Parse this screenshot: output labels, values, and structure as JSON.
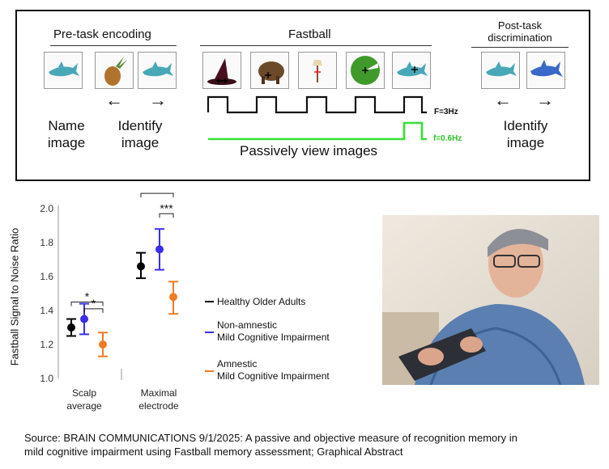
{
  "panel": {
    "pretask_title": "Pre-task encoding",
    "fastball_title": "Fastball",
    "posttask_title_line1": "Post-task",
    "posttask_title_line2": "discrimination",
    "name_image_line1": "Name",
    "name_image_line2": "image",
    "identify_image_line1": "Identify",
    "identify_image_line2": "image",
    "post_identify_line1": "Identify",
    "post_identify_line2": "image",
    "freq_black": "F=3Hz",
    "freq_green": "f=0.6Hz",
    "passive_view": "Passively view images",
    "arrow_left": "←",
    "arrow_right": "→"
  },
  "chart_data": {
    "type": "scatter",
    "ylabel": "Fastball Signal to Noise Ratio",
    "ylim": [
      1.0,
      2.0
    ],
    "yticks": [
      "1.0",
      "1.2",
      "1.4",
      "1.6",
      "1.8",
      "2.0"
    ],
    "categories": [
      {
        "label_line1": "Scalp",
        "label_line2": "average"
      },
      {
        "label_line1": "Maximal",
        "label_line2": "electrode"
      }
    ],
    "series": [
      {
        "name": "Healthy Older Adults",
        "color": "#000000",
        "values": [
          {
            "mean": 1.3,
            "low": 1.25,
            "high": 1.35
          },
          {
            "mean": 1.66,
            "low": 1.59,
            "high": 1.74
          }
        ]
      },
      {
        "name_line1": "Non-amnestic",
        "name_line2": "Mild Cognitive Impairment",
        "color": "#3a2ee8",
        "values": [
          {
            "mean": 1.35,
            "low": 1.26,
            "high": 1.44
          },
          {
            "mean": 1.76,
            "low": 1.64,
            "high": 1.88
          }
        ]
      },
      {
        "name_line1": "Amnestic",
        "name_line2": "Mild Cognitive Impairment",
        "color": "#f07b25",
        "values": [
          {
            "mean": 1.2,
            "low": 1.13,
            "high": 1.27
          },
          {
            "mean": 1.48,
            "low": 1.38,
            "high": 1.57
          }
        ]
      }
    ],
    "significance": [
      {
        "group": 0,
        "from": 0,
        "to": 2,
        "label": "*"
      },
      {
        "group": 0,
        "from": 1,
        "to": 2,
        "label": "*"
      },
      {
        "group": 1,
        "from": 0,
        "to": 2,
        "label": "***"
      },
      {
        "group": 1,
        "from": 1,
        "to": 2,
        "label": "***"
      }
    ]
  },
  "caption": {
    "line1": "Source: BRAIN COMMUNICATIONS 9/1/2025: A passive and objective measure of recognition memory in",
    "line2": "mild cognitive impairment using Fastball memory assessment; Graphical Abstract"
  },
  "icons": [
    "shark-icon",
    "pineapple-icon",
    "witch-hat-icon",
    "bison-icon",
    "lamp-icon",
    "lily-pad-icon",
    "blue-shark-icon",
    "elderly-man-photo"
  ]
}
